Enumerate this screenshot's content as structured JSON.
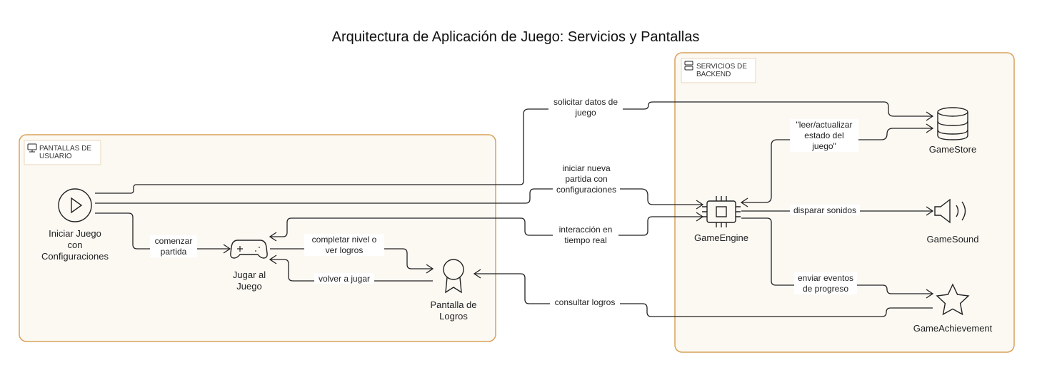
{
  "title": "Arquitectura de Aplicación de Juego: Servicios y Pantallas",
  "groups": {
    "user_screens": {
      "label": [
        "PANTALLAS DE",
        "USUARIO"
      ],
      "icon": "monitor-icon"
    },
    "backend": {
      "label": [
        "SERVICIOS DE",
        "BACKEND"
      ],
      "icon": "server-icon"
    }
  },
  "nodes": {
    "start": {
      "label": [
        "Iniciar Juego",
        "con",
        "Configuraciones"
      ],
      "icon": "play-icon"
    },
    "play": {
      "label": [
        "Jugar al",
        "Juego"
      ],
      "icon": "gamepad-icon"
    },
    "achievements_screen": {
      "label": [
        "Pantalla de",
        "Logros"
      ],
      "icon": "award-icon"
    },
    "engine": {
      "label": [
        "GameEngine"
      ],
      "icon": "cpu-icon"
    },
    "store": {
      "label": [
        "GameStore"
      ],
      "icon": "database-icon"
    },
    "sound": {
      "label": [
        "GameSound"
      ],
      "icon": "speaker-icon"
    },
    "achievement": {
      "label": [
        "GameAchievement"
      ],
      "icon": "star-icon"
    }
  },
  "edges": {
    "request_data": [
      "solicitar datos de",
      "juego"
    ],
    "start_new": [
      "iniciar nueva",
      "partida con",
      "configuraciones"
    ],
    "realtime": [
      "interacción en",
      "tiempo real"
    ],
    "begin_match": [
      "comenzar",
      "partida"
    ],
    "complete_level": [
      "completar nivel o",
      "ver logros"
    ],
    "play_again": [
      "volver a jugar"
    ],
    "query_achievements": [
      "consultar logros"
    ],
    "read_update": [
      "\"leer/actualizar",
      "estado del",
      "juego\""
    ],
    "trigger_sounds": [
      "disparar sonidos"
    ],
    "send_progress": [
      "enviar eventos",
      "de progreso"
    ]
  }
}
